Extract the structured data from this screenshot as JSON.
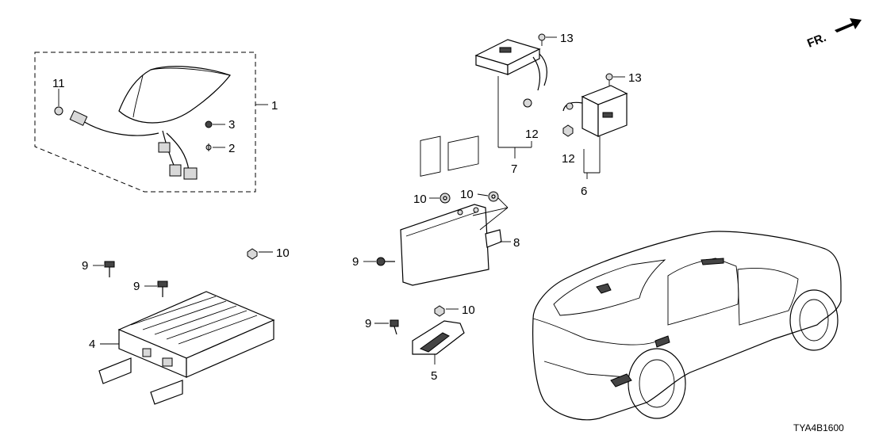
{
  "direction_indicator": {
    "label": "FR."
  },
  "callouts": {
    "c1": "1",
    "c2": "2",
    "c3": "3",
    "c4": "4",
    "c5": "5",
    "c6": "6",
    "c7": "7",
    "c8": "8",
    "c9a": "9",
    "c9b": "9",
    "c9c": "9",
    "c9d": "9",
    "c10a": "10",
    "c10b": "10",
    "c10c": "10",
    "c10d": "10",
    "c11": "11",
    "c12a": "12",
    "c12b": "12",
    "c13a": "13",
    "c13b": "13"
  },
  "diagram_code": "TYA4B1600"
}
